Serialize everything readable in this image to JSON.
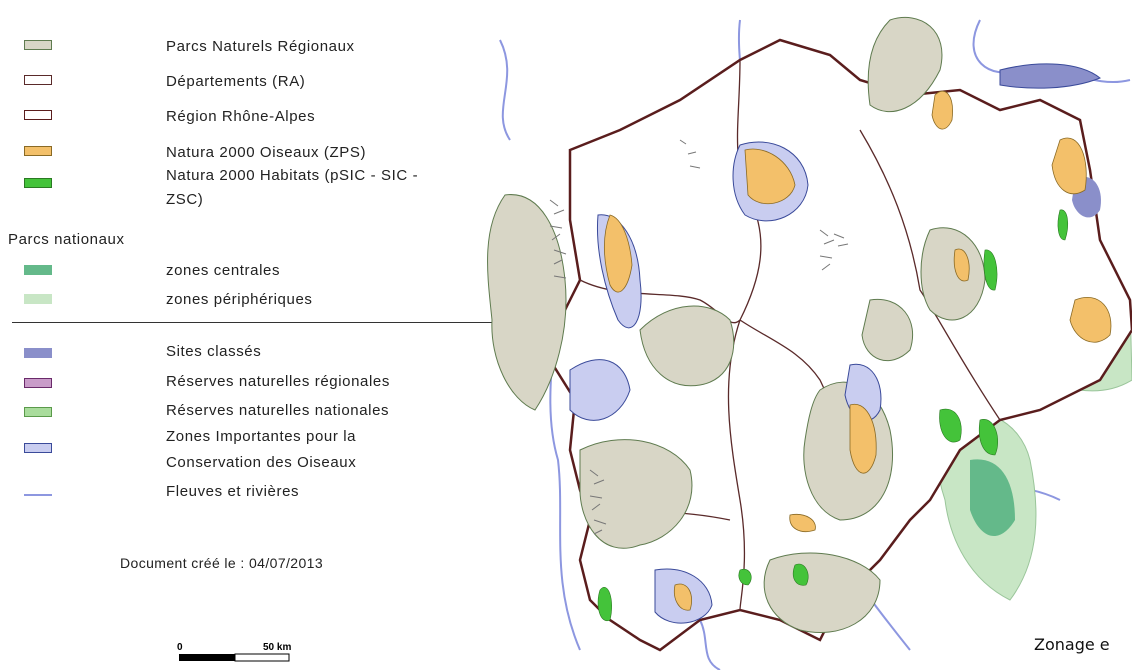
{
  "legend": {
    "items": [
      {
        "label": "Parcs Naturels Régionaux",
        "fill": "#d8d6c6",
        "stroke": "#5f7b4f"
      },
      {
        "label": "Départements (RA)",
        "fill": "#ffffff",
        "stroke": "#5a2a2a"
      },
      {
        "label": "Région Rhône-Alpes",
        "fill": "#ffffff",
        "stroke": "#5a1d1d"
      },
      {
        "label": "Natura 2000 Oiseaux (ZPS)",
        "fill": "#f3c06a",
        "stroke": "#8a6a25"
      },
      {
        "label": "Natura 2000 Habitats (pSIC - SIC -",
        "label_line2": "ZSC)",
        "fill": "#44c33a",
        "stroke": "#2a7a22"
      }
    ],
    "parcs_title": "Parcs nationaux",
    "parcs_items": [
      {
        "label": "zones centrales",
        "fill": "#64b98a",
        "stroke": "#64b98a"
      },
      {
        "label": "zones périphériques",
        "fill": "#c8e6c5",
        "stroke": "#c8e6c5"
      }
    ],
    "extra_items": [
      {
        "label": "Sites classés",
        "fill": "#8a8fca",
        "stroke": "#8a8fca"
      },
      {
        "label": "Réserves naturelles régionales",
        "fill": "#c99cc9",
        "stroke": "#6a2a6a"
      },
      {
        "label": "Réserves naturelles nationales",
        "fill": "#a9dc9c",
        "stroke": "#5a9a4a"
      },
      {
        "label": "Zones Importantes pour la",
        "label_line2": "Conservation des Oiseaux",
        "fill": "#c9cdf0",
        "stroke": "#3a4a9a"
      },
      {
        "label": "Fleuves et rivières",
        "line": true,
        "stroke": "#8d97e0"
      }
    ],
    "created": "Document créé le : 04/07/2013",
    "scale": {
      "zero": "0",
      "distance": "50 km"
    }
  },
  "map": {
    "caption": "Zonage e",
    "colors": {
      "pnr": "#d8d6c6",
      "zps": "#f3c06a",
      "habitat": "#44c33a",
      "region_border": "#5a1d1d",
      "dept_border": "#5a2a2a",
      "river": "#8d97e0",
      "central": "#64b98a",
      "peripheral": "#c8e6c5",
      "site_classe": "#8a8fca",
      "zico": "#c9cdf0",
      "urban": "#777777"
    }
  }
}
